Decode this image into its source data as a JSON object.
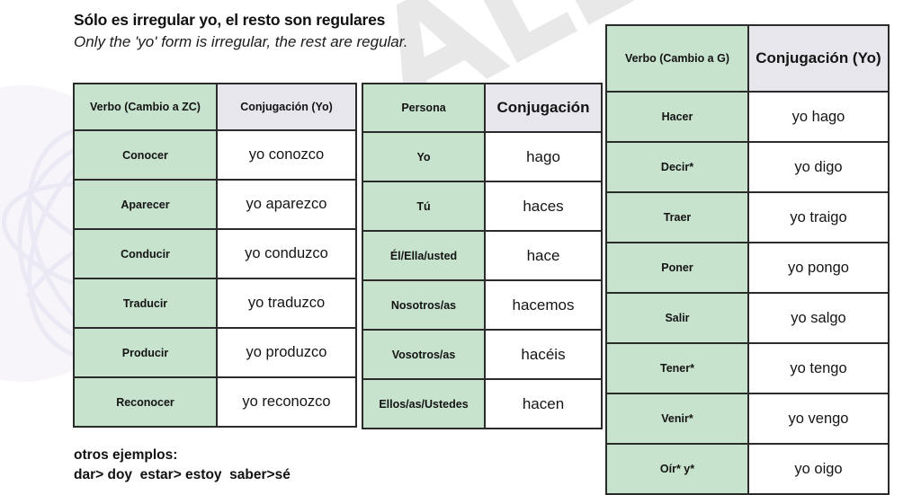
{
  "heading": {
    "title_es": "Sólo es irregular yo, el resto son regulares",
    "title_en": "Only the 'yo' form is irregular, the rest are regular."
  },
  "tables": {
    "zc": {
      "headers": [
        "Verbo (Cambio a ZC)",
        "Conjugación (Yo)"
      ],
      "rows": [
        {
          "verb": "Conocer",
          "conjugation": "yo conozco"
        },
        {
          "verb": "Aparecer",
          "conjugation": "yo aparezco"
        },
        {
          "verb": "Conducir",
          "conjugation": "yo conduzco"
        },
        {
          "verb": "Traducir",
          "conjugation": "yo traduzco"
        },
        {
          "verb": "Producir",
          "conjugation": "yo produzco"
        },
        {
          "verb": "Reconocer",
          "conjugation": "yo reconozco"
        }
      ]
    },
    "persona": {
      "headers": [
        "Persona",
        "Conjugación"
      ],
      "rows": [
        {
          "person": "Yo",
          "conjugation": "hago"
        },
        {
          "person": "Tú",
          "conjugation": "haces"
        },
        {
          "person": "Él/Ella/usted",
          "conjugation": "hace"
        },
        {
          "person": "Nosotros/as",
          "conjugation": "hacemos"
        },
        {
          "person": "Vosotros/as",
          "conjugation": "hacéis"
        },
        {
          "person": "Ellos/as/Ustedes",
          "conjugation": "hacen"
        }
      ]
    },
    "g": {
      "headers": [
        "Verbo (Cambio a G)",
        "Conjugación (Yo)"
      ],
      "rows": [
        {
          "verb": "Hacer",
          "conjugation": "yo hago"
        },
        {
          "verb": "Decir*",
          "conjugation": "yo digo"
        },
        {
          "verb": "Traer",
          "conjugation": "yo traigo"
        },
        {
          "verb": "Poner",
          "conjugation": "yo pongo"
        },
        {
          "verb": "Salir",
          "conjugation": "yo salgo"
        },
        {
          "verb": "Tener*",
          "conjugation": "yo tengo"
        },
        {
          "verb": "Venir*",
          "conjugation": "yo vengo"
        },
        {
          "verb": "Oír* y*",
          "conjugation": "yo oigo"
        }
      ]
    }
  },
  "footer": {
    "label": "otros ejemplos:",
    "examples": "dar> doy  estar> estoy  saber>sé"
  },
  "colors": {
    "verb_cell_green": "#c7e2cd",
    "header_gray": "#e6e6ec",
    "border": "#2b2b2b",
    "page_background": "#ffffff",
    "text": "#141414"
  }
}
